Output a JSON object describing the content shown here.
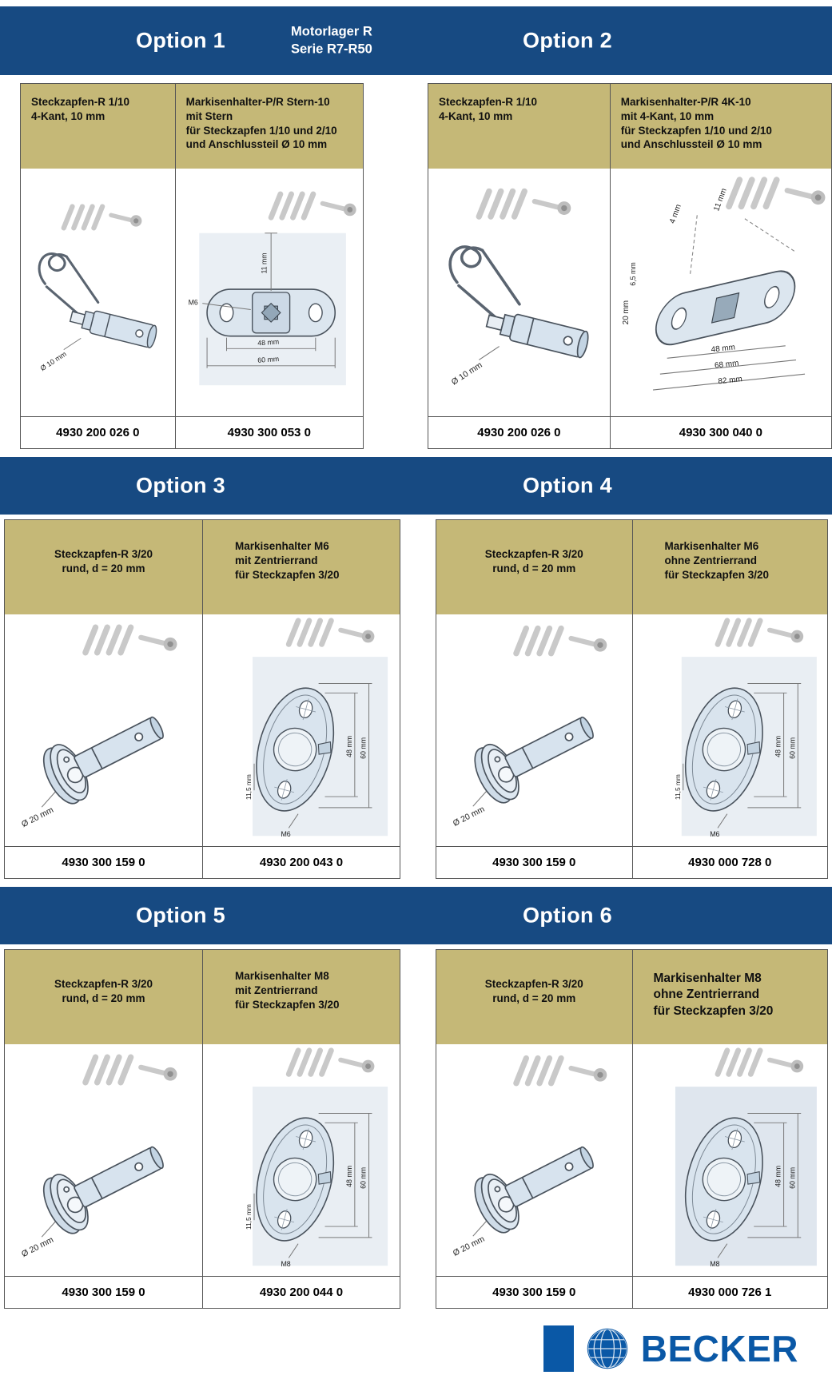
{
  "bands": [
    {
      "left": "Option 1",
      "center_line1": "Motorlager R",
      "center_line2": "Serie R7-R50",
      "right": "Option 2"
    },
    {
      "left": "Option 3",
      "right": "Option 4"
    },
    {
      "left": "Option 5",
      "right": "Option 6"
    }
  ],
  "cells": [
    {
      "title": [
        "Steckzapfen-R 1/10",
        "4-Kant, 10 mm"
      ],
      "article": "4930 200 026 0",
      "dims": {
        "diameter": "Ø 10 mm"
      }
    },
    {
      "title": [
        "Markisenhalter-P/R Stern-10",
        "mit Stern",
        "für Steckzapfen 1/10 und 2/10",
        "und Anschlussteil Ø 10 mm"
      ],
      "article": "4930 300 053 0",
      "dims": {
        "top": "11 mm",
        "thread": "M6",
        "w1": "48 mm",
        "w2": "60 mm"
      }
    },
    {
      "title": [
        "Steckzapfen-R 1/10",
        "4-Kant, 10 mm"
      ],
      "article": "4930 200 026 0",
      "dims": {
        "diameter": "Ø 10 mm"
      }
    },
    {
      "title": [
        "Markisenhalter-P/R 4K-10",
        "mit 4-Kant, 10 mm",
        "für Steckzapfen 1/10 und 2/10",
        "und Anschlussteil Ø 10 mm"
      ],
      "article": "4930 300 040 0",
      "dims": {
        "top": "11 mm",
        "t2": "4 mm",
        "s1": "6,5 mm",
        "s2": "20 mm",
        "w1": "48 mm",
        "w2": "68 mm",
        "w3": "82 mm"
      }
    },
    {
      "title": [
        "Steckzapfen-R 3/20",
        "rund, d = 20 mm"
      ],
      "article": "4930 300 159 0",
      "dims": {
        "diameter": "Ø 20 mm"
      }
    },
    {
      "title": [
        "Markisenhalter M6",
        "mit Zentrierrand",
        "für Steckzapfen 3/20"
      ],
      "article": "4930 200 043 0",
      "dims": {
        "h1": "48 mm",
        "h2": "60 mm",
        "offset": "11,5 mm",
        "thread": "M6"
      }
    },
    {
      "title": [
        "Steckzapfen-R 3/20",
        "rund, d = 20 mm"
      ],
      "article": "4930 300 159 0",
      "dims": {
        "diameter": "Ø 20 mm"
      }
    },
    {
      "title": [
        "Markisenhalter M6",
        "ohne Zentrierrand",
        "für Steckzapfen 3/20"
      ],
      "article": "4930 000 728 0",
      "dims": {
        "h1": "48 mm",
        "h2": "60 mm",
        "offset": "11,5 mm",
        "thread": "M6"
      }
    },
    {
      "title": [
        "Steckzapfen-R 3/20",
        "rund, d = 20 mm"
      ],
      "article": "4930 300 159 0",
      "dims": {
        "diameter": "Ø 20 mm"
      }
    },
    {
      "title": [
        "Markisenhalter M8",
        "mit Zentrierrand",
        "für Steckzapfen 3/20"
      ],
      "article": "4930 200 044 0",
      "dims": {
        "h1": "48 mm",
        "h2": "60 mm",
        "offset": "11,5 mm",
        "thread": "M8"
      }
    },
    {
      "title": [
        "Steckzapfen-R 3/20",
        "rund, d = 20 mm"
      ],
      "article": "4930 300 159 0",
      "dims": {
        "diameter": "Ø 20 mm"
      }
    },
    {
      "title": [
        "Markisenhalter M8",
        "ohne Zentrierrand",
        "für Steckzapfen 3/20"
      ],
      "article": "4930 000 726 1",
      "dims": {
        "h1": "48 mm",
        "h2": "60 mm",
        "thread": "M8"
      }
    }
  ],
  "footer": {
    "brand": "BECKER"
  },
  "icons": {
    "screws": "mounting-screws-icon",
    "logo": "becker-globe-logo"
  },
  "colors": {
    "band_blue": "#174a82",
    "title_olive": "#c5b877",
    "brand_blue": "#0a58a6",
    "drawing_fill": "#d7e3ee"
  }
}
